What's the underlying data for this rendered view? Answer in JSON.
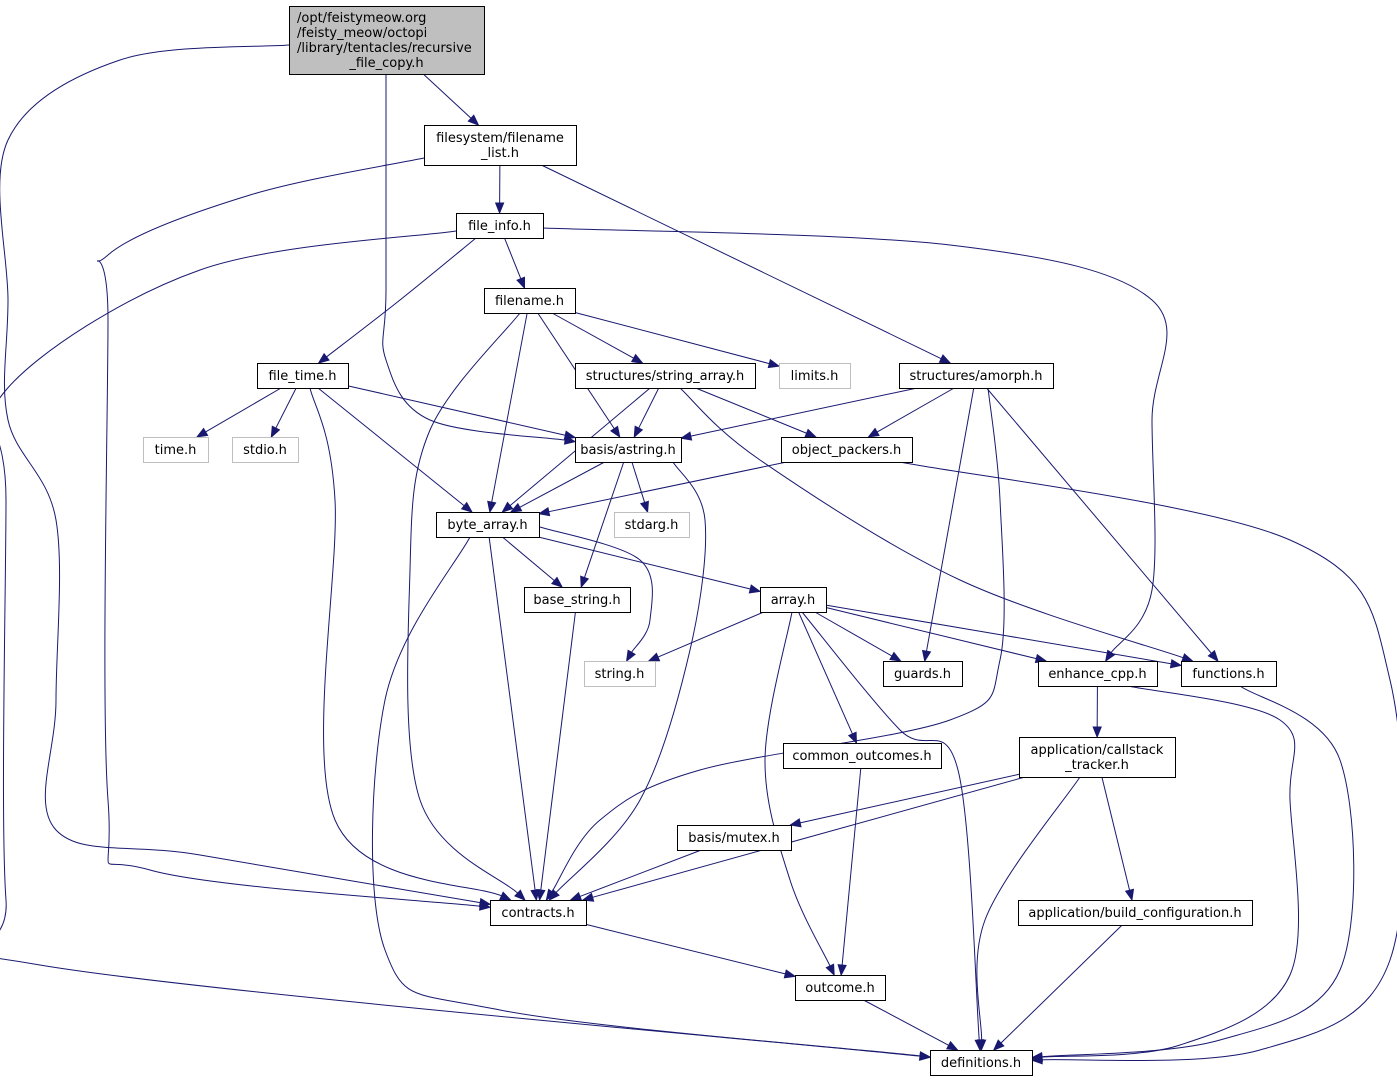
{
  "title": "Include dependency graph for recursive_file_copy.h",
  "colors": {
    "edge": "#191970",
    "root_fill": "#bfbfbf",
    "node_border": "#000000",
    "system_border": "#bfbfbf"
  },
  "nodes": [
    {
      "id": "root",
      "lines": [
        "/opt/feistymeow.org",
        "/feisty_meow/octopi",
        "/library/tentacles/recursive",
        "_file_copy.h"
      ],
      "kind": "root",
      "align": "left"
    },
    {
      "id": "filename_list",
      "lines": [
        "filesystem/filename",
        "_list.h"
      ],
      "kind": "project"
    },
    {
      "id": "file_info",
      "lines": [
        "file_info.h"
      ],
      "kind": "project"
    },
    {
      "id": "filename",
      "lines": [
        "filename.h"
      ],
      "kind": "project"
    },
    {
      "id": "file_time",
      "lines": [
        "file_time.h"
      ],
      "kind": "project"
    },
    {
      "id": "string_array",
      "lines": [
        "structures/string_array.h"
      ],
      "kind": "project"
    },
    {
      "id": "limits",
      "lines": [
        "limits.h"
      ],
      "kind": "system"
    },
    {
      "id": "amorph",
      "lines": [
        "structures/amorph.h"
      ],
      "kind": "project"
    },
    {
      "id": "time",
      "lines": [
        "time.h"
      ],
      "kind": "system"
    },
    {
      "id": "stdio",
      "lines": [
        "stdio.h"
      ],
      "kind": "system"
    },
    {
      "id": "astring",
      "lines": [
        "basis/astring.h"
      ],
      "kind": "project"
    },
    {
      "id": "object_packers",
      "lines": [
        "object_packers.h"
      ],
      "kind": "project"
    },
    {
      "id": "byte_array",
      "lines": [
        "byte_array.h"
      ],
      "kind": "project"
    },
    {
      "id": "stdarg",
      "lines": [
        "stdarg.h"
      ],
      "kind": "system"
    },
    {
      "id": "base_string",
      "lines": [
        "base_string.h"
      ],
      "kind": "project"
    },
    {
      "id": "array",
      "lines": [
        "array.h"
      ],
      "kind": "project"
    },
    {
      "id": "string",
      "lines": [
        "string.h"
      ],
      "kind": "system"
    },
    {
      "id": "guards",
      "lines": [
        "guards.h"
      ],
      "kind": "project"
    },
    {
      "id": "enhance_cpp",
      "lines": [
        "enhance_cpp.h"
      ],
      "kind": "project"
    },
    {
      "id": "functions",
      "lines": [
        "functions.h"
      ],
      "kind": "project"
    },
    {
      "id": "common_outcomes",
      "lines": [
        "common_outcomes.h"
      ],
      "kind": "project"
    },
    {
      "id": "callstack_tracker",
      "lines": [
        "application/callstack",
        "_tracker.h"
      ],
      "kind": "project"
    },
    {
      "id": "mutex",
      "lines": [
        "basis/mutex.h"
      ],
      "kind": "project"
    },
    {
      "id": "contracts",
      "lines": [
        "contracts.h"
      ],
      "kind": "project"
    },
    {
      "id": "build_configuration",
      "lines": [
        "application/build_configuration.h"
      ],
      "kind": "project"
    },
    {
      "id": "outcome",
      "lines": [
        "outcome.h"
      ],
      "kind": "project"
    },
    {
      "id": "definitions",
      "lines": [
        "definitions.h"
      ],
      "kind": "project"
    }
  ],
  "edges": [
    [
      "root",
      "filename_list"
    ],
    [
      "root",
      "astring"
    ],
    [
      "root",
      "contracts"
    ],
    [
      "filename_list",
      "file_info"
    ],
    [
      "filename_list",
      "amorph"
    ],
    [
      "filename_list",
      "contracts"
    ],
    [
      "file_info",
      "filename"
    ],
    [
      "file_info",
      "file_time"
    ],
    [
      "file_info",
      "enhance_cpp"
    ],
    [
      "file_info",
      "definitions"
    ],
    [
      "filename",
      "string_array"
    ],
    [
      "filename",
      "limits"
    ],
    [
      "filename",
      "astring"
    ],
    [
      "filename",
      "byte_array"
    ],
    [
      "filename",
      "contracts"
    ],
    [
      "file_time",
      "time"
    ],
    [
      "file_time",
      "stdio"
    ],
    [
      "file_time",
      "astring"
    ],
    [
      "file_time",
      "byte_array"
    ],
    [
      "file_time",
      "contracts"
    ],
    [
      "string_array",
      "astring"
    ],
    [
      "string_array",
      "byte_array"
    ],
    [
      "string_array",
      "object_packers"
    ],
    [
      "string_array",
      "functions"
    ],
    [
      "amorph",
      "astring"
    ],
    [
      "amorph",
      "object_packers"
    ],
    [
      "amorph",
      "guards"
    ],
    [
      "amorph",
      "contracts"
    ],
    [
      "amorph",
      "functions"
    ],
    [
      "astring",
      "byte_array"
    ],
    [
      "astring",
      "base_string"
    ],
    [
      "astring",
      "stdarg"
    ],
    [
      "astring",
      "contracts"
    ],
    [
      "object_packers",
      "byte_array"
    ],
    [
      "object_packers",
      "definitions"
    ],
    [
      "byte_array",
      "base_string"
    ],
    [
      "byte_array",
      "array"
    ],
    [
      "byte_array",
      "string"
    ],
    [
      "byte_array",
      "contracts"
    ],
    [
      "byte_array",
      "definitions"
    ],
    [
      "base_string",
      "contracts"
    ],
    [
      "array",
      "string"
    ],
    [
      "array",
      "guards"
    ],
    [
      "array",
      "enhance_cpp"
    ],
    [
      "array",
      "functions"
    ],
    [
      "array",
      "common_outcomes"
    ],
    [
      "array",
      "outcome"
    ],
    [
      "array",
      "definitions"
    ],
    [
      "enhance_cpp",
      "callstack_tracker"
    ],
    [
      "enhance_cpp",
      "definitions"
    ],
    [
      "functions",
      "definitions"
    ],
    [
      "common_outcomes",
      "outcome"
    ],
    [
      "callstack_tracker",
      "mutex"
    ],
    [
      "callstack_tracker",
      "contracts"
    ],
    [
      "callstack_tracker",
      "build_configuration"
    ],
    [
      "callstack_tracker",
      "definitions"
    ],
    [
      "mutex",
      "contracts"
    ],
    [
      "contracts",
      "outcome"
    ],
    [
      "build_configuration",
      "definitions"
    ],
    [
      "outcome",
      "definitions"
    ]
  ]
}
